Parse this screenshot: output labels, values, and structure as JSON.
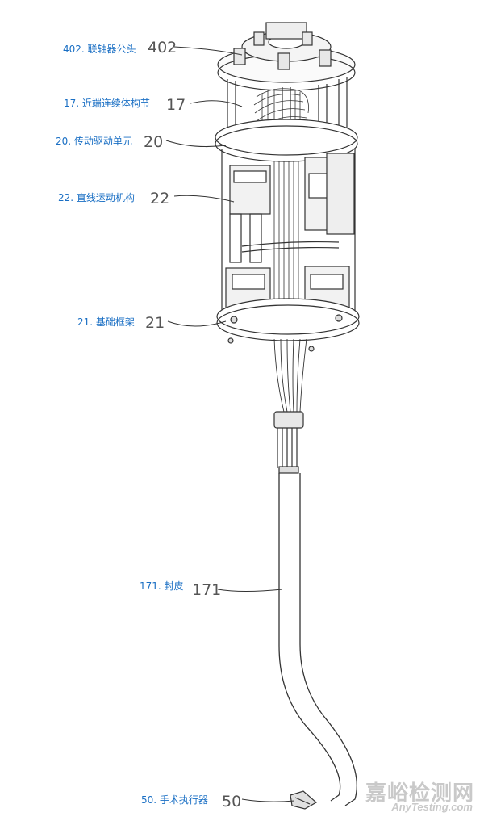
{
  "labels": [
    {
      "id": "402",
      "text": "402. 联轴器公头",
      "number": "402"
    },
    {
      "id": "17",
      "text": "17. 近端连续体构节",
      "number": "17"
    },
    {
      "id": "20",
      "text": "20. 传动驱动单元",
      "number": "20"
    },
    {
      "id": "22",
      "text": "22. 直线运动机构",
      "number": "22"
    },
    {
      "id": "21",
      "text": "21. 基础框架",
      "number": "21"
    },
    {
      "id": "171",
      "text": "171. 封皮",
      "number": "171"
    },
    {
      "id": "50",
      "text": "50. 手术执行器",
      "number": "50"
    }
  ],
  "watermark": {
    "cn": "嘉峪检测网",
    "en": "AnyTesting.com"
  },
  "colors": {
    "label": "#1a6fc4",
    "drawing": "#333333",
    "watermark": "#c9c9c9"
  }
}
